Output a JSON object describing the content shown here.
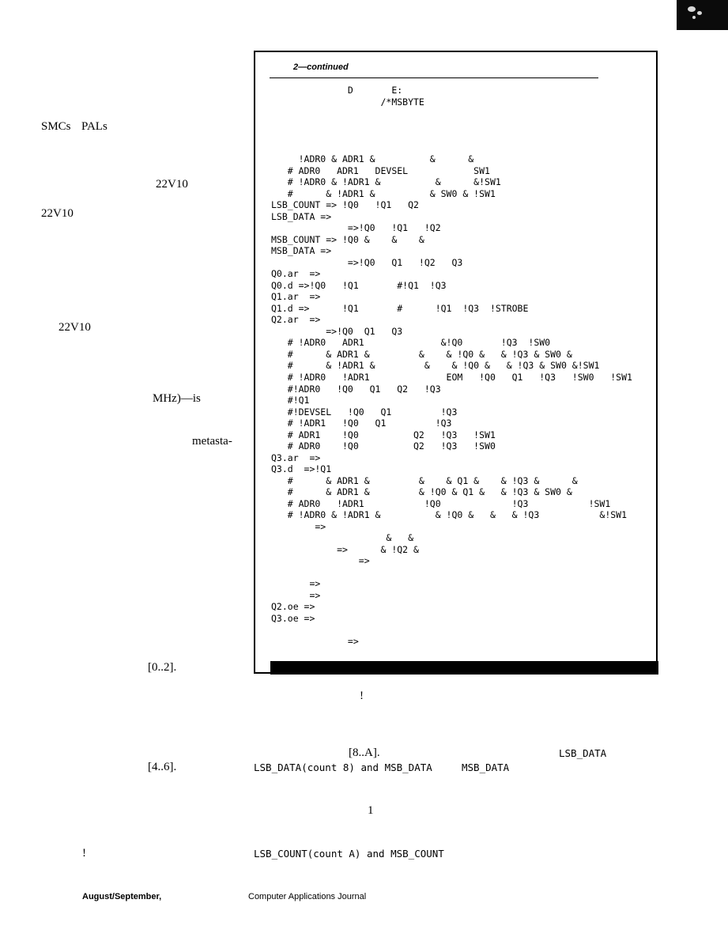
{
  "left_column": {
    "smcs": "SMCs",
    "pals": "PALs",
    "v22_1": "22V10",
    "v22_2": "22V10",
    "v22_3": "22V10",
    "mhz": "MHz)—is",
    "metasta": "metasta-",
    "range": "[0..2]."
  },
  "listing": {
    "title": "2—continued",
    "lines": [
      "              D       E:",
      "                    /*MSBYTE",
      "",
      "",
      "",
      "",
      "     !ADR0 & ADR1 &          &      &",
      "   # ADR0   ADR1   DEVSEL            SW1",
      "   # !ADR0 & !ADR1 &          &      &!SW1",
      "   #      & !ADR1 &          & SW0 & !SW1",
      "LSB_COUNT => !Q0   !Q1   Q2",
      "LSB_DATA =>",
      "              =>!Q0   !Q1   !Q2",
      "MSB_COUNT => !Q0 &    &    &",
      "MSB_DATA =>",
      "              =>!Q0   Q1   !Q2   Q3",
      "Q0.ar  =>",
      "Q0.d =>!Q0   !Q1       #!Q1  !Q3",
      "Q1.ar  =>",
      "Q1.d =>      !Q1       #      !Q1  !Q3  !STROBE",
      "Q2.ar  =>",
      "          =>!Q0  Q1   Q3",
      "   # !ADR0   ADR1              &!Q0       !Q3  !SW0",
      "   #      & ADR1 &         &    & !Q0 &   & !Q3 & SW0 &",
      "   #      & !ADR1 &         &    & !Q0 &   & !Q3 & SW0 &!SW1",
      "   # !ADR0   !ADR1              EOM   !Q0   Q1   !Q3   !SW0   !SW1",
      "   #!ADR0   !Q0   Q1   Q2   !Q3",
      "   #!Q1",
      "   #!DEVSEL   !Q0   Q1         !Q3",
      "   # !ADR1   !Q0   Q1         !Q3",
      "   # ADR1    !Q0          Q2   !Q3   !SW1",
      "   # ADR0    !Q0          Q2   !Q3   !SW0",
      "Q3.ar  =>",
      "Q3.d  =>!Q1",
      "   #      & ADR1 &         &    & Q1 &    & !Q3 &      &",
      "   #      & ADR1 &         & !Q0 & Q1 &   & !Q3 & SW0 &",
      "   # ADR0   !ADR1           !Q0             !Q3           !SW1",
      "   # !ADR0 & !ADR1 &          & !Q0 &   &   & !Q3           &!SW1",
      "        =>",
      "                     &   &",
      "            =>      & !Q2 &",
      "                =>",
      "",
      "       =>",
      "       =>",
      "Q2.oe =>",
      "Q3.oe =>",
      "",
      "              =>"
    ]
  },
  "body_text": {
    "bang1": "!",
    "range_8a": "[8..A].",
    "lsb_data_end": "LSB_DATA",
    "range_46": "[4..6].",
    "lsb_data_count": "LSB_DATA(count 8) and MSB_DATA",
    "msb_data": "MSB_DATA",
    "one": "1",
    "bang2": "!",
    "lsb_count": "LSB_COUNT(count A) and MSB_COUNT"
  },
  "footer": {
    "date": "August/September,",
    "journal": "Computer Applications Journal"
  }
}
